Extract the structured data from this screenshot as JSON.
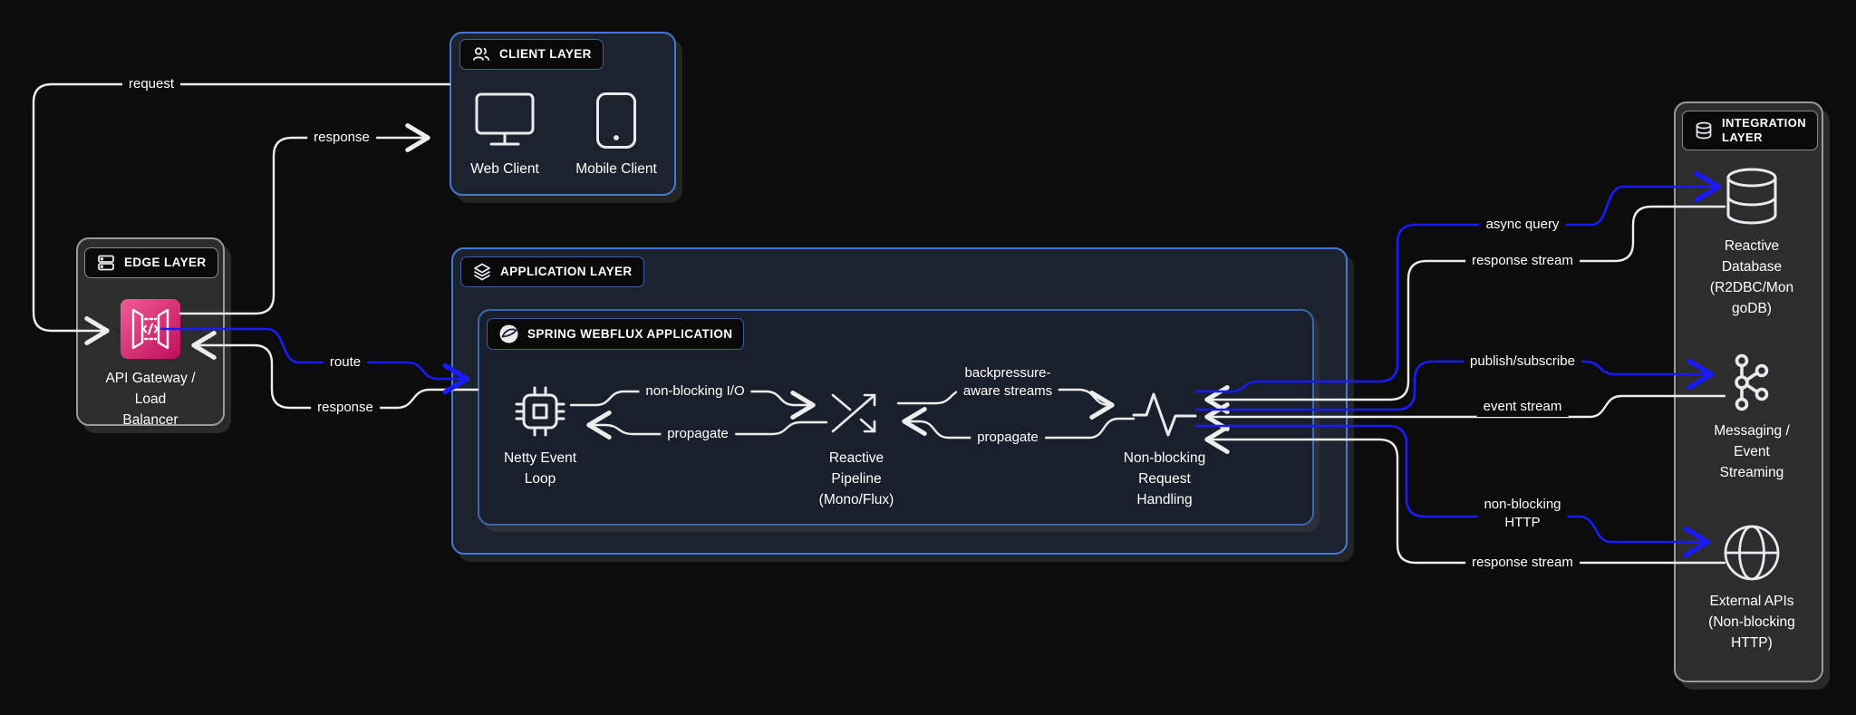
{
  "ui": {
    "background": "#0c0c0c",
    "line_blue": "#1a1aff",
    "line_white": "#ededed",
    "gateway_pink": "#d92b6f"
  },
  "client_layer": {
    "title": "CLIENT LAYER",
    "icon": "users-icon",
    "web_client": {
      "icon": "monitor-icon",
      "label": "Web Client"
    },
    "mobile_client": {
      "icon": "smartphone-icon",
      "label": "Mobile Client"
    }
  },
  "edge_layer": {
    "title": "EDGE LAYER",
    "icon": "servers-icon",
    "gateway": {
      "icon": "api-gateway-icon",
      "lines": [
        "API Gateway /",
        "Load",
        "Balancer"
      ]
    }
  },
  "application_layer": {
    "title": "APPLICATION LAYER",
    "icon": "layers-icon",
    "spring": {
      "title": "SPRING WEBFLUX APPLICATION",
      "icon": "spring-icon",
      "netty": {
        "icon": "cpu-icon",
        "lines": [
          "Netty Event",
          "Loop"
        ]
      },
      "pipeline": {
        "icon": "shuffle-icon",
        "lines": [
          "Reactive",
          "Pipeline",
          "(Mono/Flux)"
        ]
      },
      "handler": {
        "icon": "activity-icon",
        "lines": [
          "Non-blocking",
          "Request",
          "Handling"
        ]
      }
    }
  },
  "integration_layer": {
    "title_lines": [
      "INTEGRATION",
      "LAYER"
    ],
    "icon": "database-icon",
    "database": {
      "icon": "database-icon",
      "lines": [
        "Reactive",
        "Database",
        "(R2DBC/Mon",
        "goDB)"
      ]
    },
    "messaging": {
      "icon": "kafka-icon",
      "lines": [
        "Messaging /",
        "Event",
        "Streaming"
      ]
    },
    "external_apis": {
      "icon": "globe-icon",
      "lines": [
        "External APIs",
        "(Non-blocking",
        "HTTP)"
      ]
    }
  },
  "edges": {
    "request": "request",
    "response_to_client": "response",
    "route": "route",
    "response_to_gateway": "response",
    "non_blocking_io": "non-blocking I/O",
    "propagate_to_netty": "propagate",
    "backpressure_lines": [
      "backpressure-",
      "aware streams"
    ],
    "propagate_to_pipeline": "propagate",
    "async_query": "async query",
    "db_response_stream": "response stream",
    "publish_subscribe": "publish/subscribe",
    "event_stream": "event stream",
    "non_blocking_http_lines": [
      "non-blocking",
      "HTTP"
    ],
    "api_response_stream": "response stream"
  }
}
